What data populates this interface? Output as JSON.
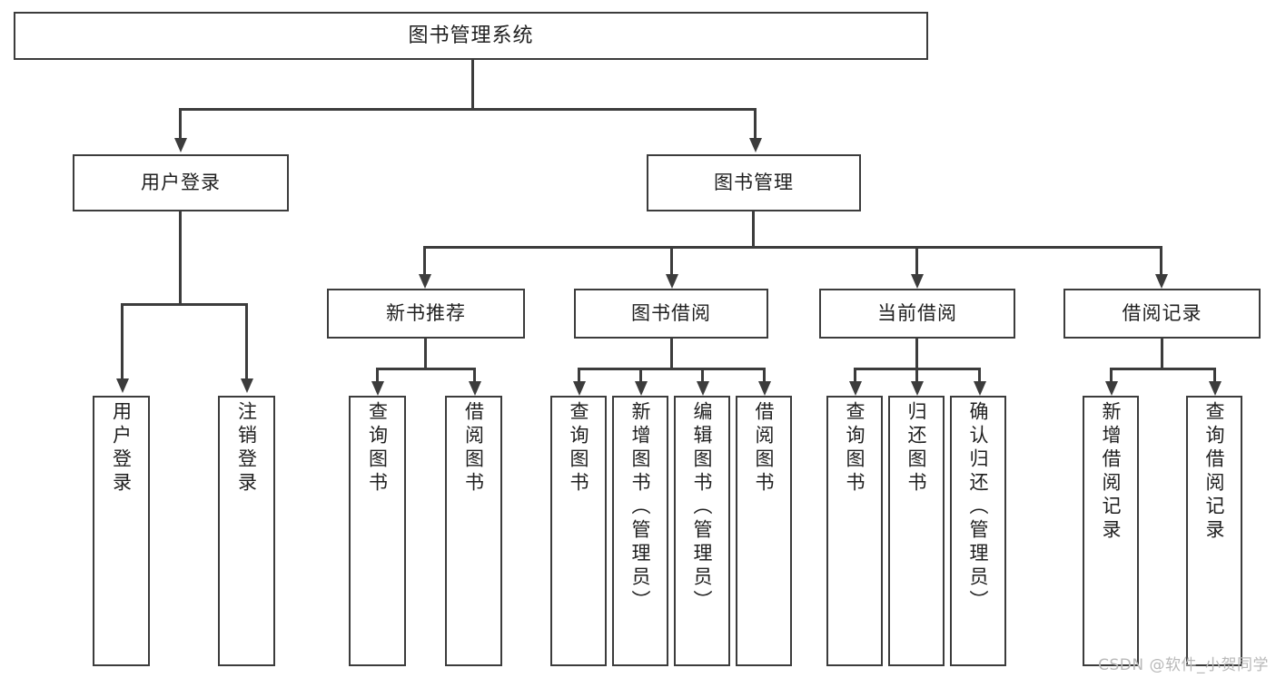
{
  "diagram": {
    "type": "tree",
    "title": "图书管理系统",
    "root": {
      "id": "root",
      "label": "图书管理系统"
    },
    "level2": [
      {
        "id": "user-login",
        "label": "用户登录"
      },
      {
        "id": "book-manage",
        "label": "图书管理"
      }
    ],
    "level3": [
      {
        "id": "new-book-recommend",
        "label": "新书推荐"
      },
      {
        "id": "book-borrow",
        "label": "图书借阅"
      },
      {
        "id": "current-borrow",
        "label": "当前借阅"
      },
      {
        "id": "borrow-record",
        "label": "借阅记录"
      }
    ],
    "leaves": {
      "user_login": [
        {
          "id": "leaf-user-login",
          "label": "用户登录"
        },
        {
          "id": "leaf-user-logout",
          "label": "注销登录"
        }
      ],
      "new_book_recommend": [
        {
          "id": "leaf-query-book-1",
          "label": "查询图书"
        },
        {
          "id": "leaf-borrow-book-1",
          "label": "借阅图书"
        }
      ],
      "book_borrow": [
        {
          "id": "leaf-query-book-2",
          "label": "查询图书"
        },
        {
          "id": "leaf-add-book",
          "label": "新增图书（管理员）"
        },
        {
          "id": "leaf-edit-book",
          "label": "编辑图书（管理员）"
        },
        {
          "id": "leaf-borrow-book-2",
          "label": "借阅图书"
        }
      ],
      "current_borrow": [
        {
          "id": "leaf-query-book-3",
          "label": "查询图书"
        },
        {
          "id": "leaf-return-book",
          "label": "归还图书"
        },
        {
          "id": "leaf-confirm-return",
          "label": "确认归还（管理员）"
        }
      ],
      "borrow_record": [
        {
          "id": "leaf-add-record",
          "label": "新增借阅记录"
        },
        {
          "id": "leaf-query-record",
          "label": "查询借阅记录"
        }
      ]
    },
    "colors": {
      "background": "#ffffff",
      "box_border": "#3c3c3c",
      "box_fill": "#ffffff",
      "connector": "#3c3c3c",
      "text": "#1f1f1f",
      "watermark": "#b9b9b9"
    }
  },
  "watermark": {
    "text": "CSDN @软件_小贺同学"
  }
}
